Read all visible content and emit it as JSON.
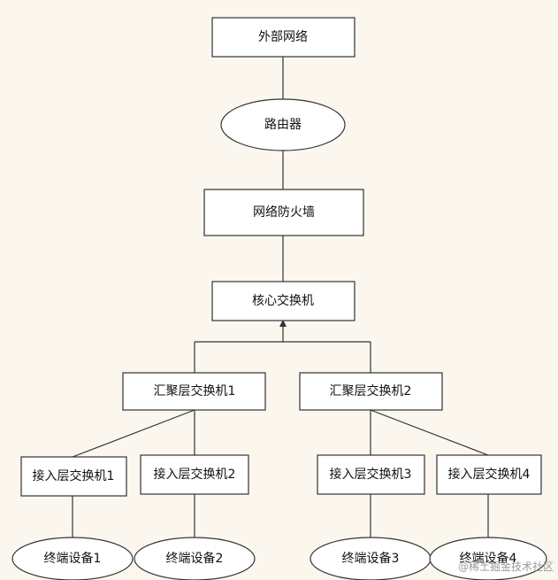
{
  "nodes": {
    "external_network": "外部网络",
    "router": "路由器",
    "firewall": "网络防火墙",
    "core_switch": "核心交换机",
    "aggregation_switch_1": "汇聚层交换机1",
    "aggregation_switch_2": "汇聚层交换机2",
    "access_switch_1": "接入层交换机1",
    "access_switch_2": "接入层交换机2",
    "access_switch_3": "接入层交换机3",
    "access_switch_4": "接入层交换机4",
    "terminal_1": "终端设备1",
    "terminal_2": "终端设备2",
    "terminal_3": "终端设备3",
    "terminal_4": "终端设备4"
  },
  "watermark": "@稀土掘金技术社区",
  "edges": [
    [
      "external_network",
      "router"
    ],
    [
      "router",
      "firewall"
    ],
    [
      "firewall",
      "core_switch"
    ],
    [
      "aggregation_switch_1",
      "core_switch"
    ],
    [
      "aggregation_switch_2",
      "core_switch"
    ],
    [
      "aggregation_switch_1",
      "access_switch_1"
    ],
    [
      "aggregation_switch_1",
      "access_switch_2"
    ],
    [
      "aggregation_switch_2",
      "access_switch_3"
    ],
    [
      "aggregation_switch_2",
      "access_switch_4"
    ],
    [
      "access_switch_1",
      "terminal_1"
    ],
    [
      "access_switch_2",
      "terminal_2"
    ],
    [
      "access_switch_3",
      "terminal_3"
    ],
    [
      "access_switch_4",
      "terminal_4"
    ]
  ]
}
